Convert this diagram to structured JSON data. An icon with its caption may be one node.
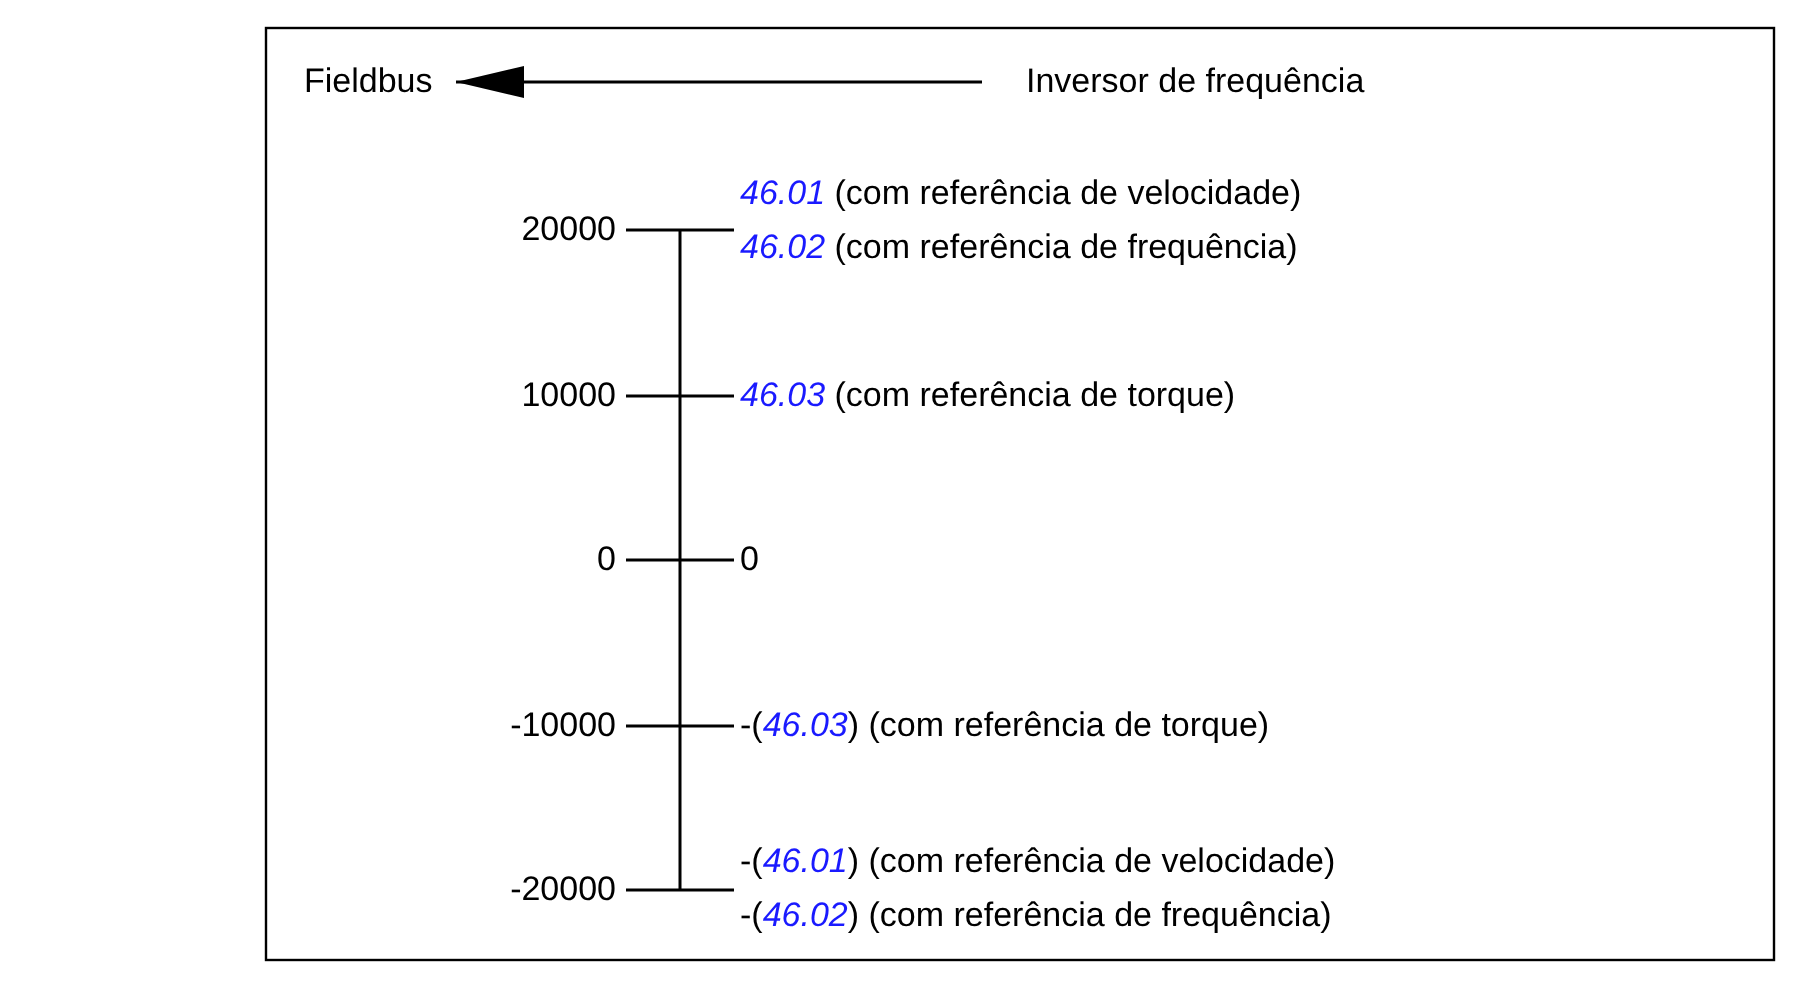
{
  "diagram": {
    "nodes": [
      {
        "text": [
          "Fieldbus"
        ]
      },
      {
        "text": [
          "Inversor de frequência"
        ]
      }
    ],
    "edges": [
      {
        "from": 1,
        "to": 0,
        "arrow": "to"
      }
    ],
    "labels": [
      "20000",
      "*46.01* (com referência de velocidade)",
      "*46.02* (com referência de frequência)",
      "10000",
      "*46.03* (com referência de torque)",
      "0",
      "0",
      "-10000",
      "-(*46.03*) (com referência de torque)",
      "-20000",
      "-(*46.01*) (com referência de velocidade)",
      "-(*46.02*) (com referência de frequência)"
    ]
  }
}
